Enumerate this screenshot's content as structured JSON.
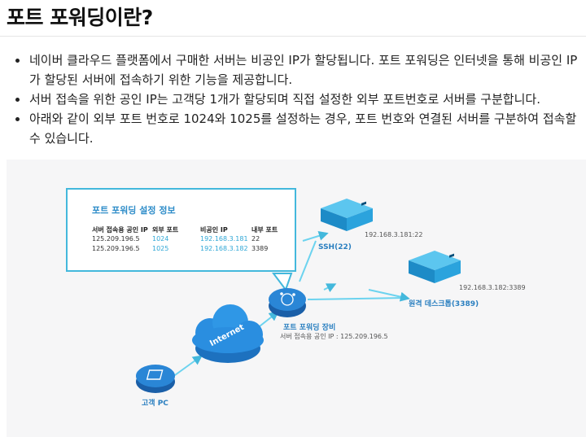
{
  "heading": "포트 포워딩이란?",
  "bullets": [
    "네이버 클라우드 플랫폼에서 구매한 서버는 비공인 IP가 할당됩니다. 포트 포워딩은 인터넷을 통해 비공인 IP가 할당된 서버에 접속하기 위한 기능을 제공합니다.",
    "서버 접속을 위한 공인 IP는 고객당 1개가 할당되며 직접 설정한 외부 포트번호로 서버를 구분합니다.",
    "아래와 같이 외부 포트 번호로 1024와 1025를 설정하는 경우, 포트 번호와 연결된 서버를 구분하여 접속할 수 있습니다."
  ],
  "diagram": {
    "info_title": "포트 포워딩 설정 정보",
    "table_headers": [
      "서버 접속용 공인 IP",
      "외부 포트",
      "비공인 IP",
      "내부 포트"
    ],
    "rows": [
      [
        "125.209.196.5",
        "1024",
        "192.168.3.181",
        "22"
      ],
      [
        "125.209.196.5",
        "1025",
        "192.168.3.182",
        "3389"
      ]
    ],
    "internet_label": "Internet",
    "client_label": "고객 PC",
    "forwarder_label": "포트 포워딩 장비",
    "forwarder_sub": "서버 접속용 공인 IP : 125.209.196.5",
    "server1_ip": "192.168.3.181:22",
    "server1_label": "SSH(22)",
    "server2_ip": "192.168.3.182:3389",
    "server2_label": "원격 데스크톱(3389)",
    "colors": {
      "accent": "#43b8dc",
      "server": "#2ba3dd",
      "node": "#2577c9"
    }
  }
}
